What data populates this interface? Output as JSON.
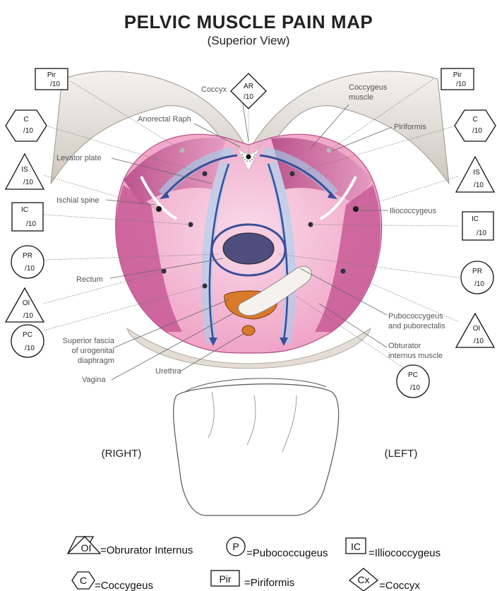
{
  "title": "PELVIC MUSCLE PAIN MAP",
  "subtitle": "(Superior View)",
  "sides": {
    "right": "(RIGHT)",
    "left": "(LEFT)"
  },
  "anatomy_labels": {
    "coccyx": "Coccyx",
    "anorectal": "Anorectal Raph",
    "levator": "Levator plate",
    "ischial": "Ischial spine",
    "rectum": "Rectum",
    "superior_fascia": [
      "Superior fascia",
      "of urogenital",
      "diaphragm"
    ],
    "vagina": "Vagina",
    "urethra": "Urethra",
    "coccygeus_muscle": [
      "Coccygeus",
      "muscle"
    ],
    "piriformis": "Piriformis",
    "iliococcygeus": "Iliococcygeus",
    "pubococcygeus": [
      "Pubococcygeus",
      "and puborectalis"
    ],
    "obturator": [
      "Obturator",
      "internus muscle"
    ]
  },
  "score_markers": {
    "ar": {
      "abbr": "AR",
      "score": "/10"
    },
    "right_pir": {
      "abbr": "Pir",
      "score": "/10"
    },
    "right_c": {
      "abbr": "C",
      "score": "/10"
    },
    "right_is": {
      "abbr": "IS",
      "score": "/10"
    },
    "right_ic": {
      "abbr": "IC",
      "score": "/10"
    },
    "right_pr": {
      "abbr": "PR",
      "score": "/10"
    },
    "right_oi": {
      "abbr": "OI",
      "score": "/10"
    },
    "right_pc": {
      "abbr": "PC",
      "score": "/10"
    },
    "left_pir": {
      "abbr": "Pir",
      "score": "/10"
    },
    "left_c": {
      "abbr": "C",
      "score": "/10"
    },
    "left_is": {
      "abbr": "IS",
      "score": "/10"
    },
    "left_ic": {
      "abbr": "IC",
      "score": "/10"
    },
    "left_pr": {
      "abbr": "PR",
      "score": "/10"
    },
    "left_oi": {
      "abbr": "OI",
      "score": "/10"
    },
    "left_pc": {
      "abbr": "PC",
      "score": "/10"
    }
  },
  "legend": {
    "oi": {
      "abbr": "OI",
      "text": "=Obrurator Internus"
    },
    "p": {
      "abbr": "P",
      "text": "=Pubococcugeus"
    },
    "ic": {
      "abbr": "IC",
      "text": "=Illiococcygeus"
    },
    "c": {
      "abbr": "C",
      "text": "=Coccygeus"
    },
    "pir": {
      "abbr": "Pir",
      "text": "=Piriformis"
    },
    "cx": {
      "abbr": "Cx",
      "text": "=Coccyx"
    }
  },
  "colors": {
    "muscle": "#c85a95",
    "muscle_light": "#f2c6dc",
    "tendon_blue": "#3a4f9a",
    "highlight_blue": "#7fc3e8",
    "bone": "#dcd6cf",
    "urethra_orange": "#d9792a"
  }
}
